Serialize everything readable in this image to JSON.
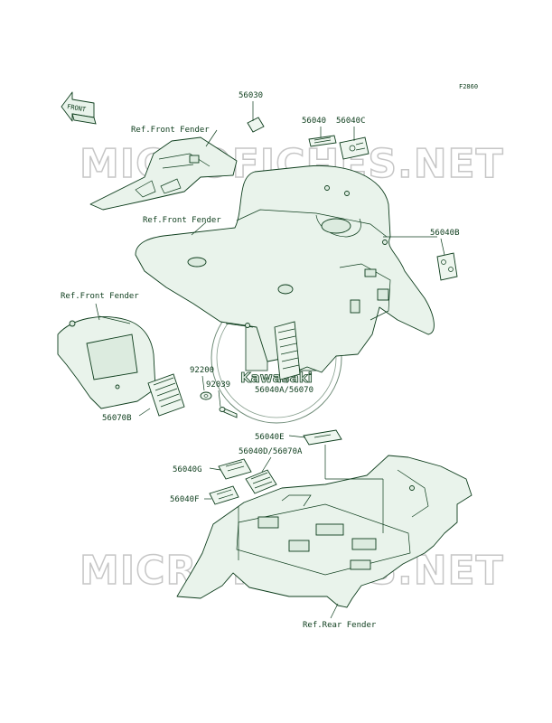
{
  "figure_code": "F2860",
  "front_arrow_label": "FRONT",
  "watermark_text": "MICROFICHES.NET",
  "logo_text": "Kawasaki",
  "labels": {
    "p56030": "56030",
    "p56040": "56040",
    "p56040C": "56040C",
    "p56040B": "56040B",
    "p92200": "92200",
    "p92039": "92039",
    "p56040A_56070": "56040A/56070",
    "p56070B": "56070B",
    "p56040E": "56040E",
    "p56040D_56070A": "56040D/56070A",
    "p56040G": "56040G",
    "p56040F": "56040F",
    "ref_front_fender_1": "Ref.Front Fender",
    "ref_front_fender_2": "Ref.Front Fender",
    "ref_front_fender_3": "Ref.Front Fender",
    "ref_rear_fender": "Ref.Rear Fender"
  },
  "colors": {
    "line": "#0d3d1c",
    "fill": "#e9f3eb",
    "watermark": "#c6c6c6"
  }
}
